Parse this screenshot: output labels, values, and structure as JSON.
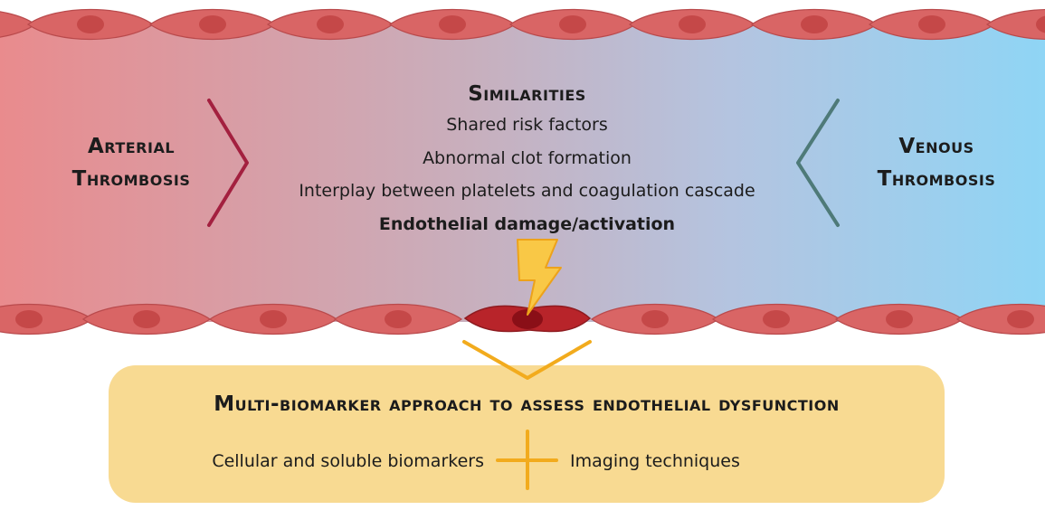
{
  "arterial": {
    "line1": "Arterial",
    "line2": "Thrombosis"
  },
  "venous": {
    "line1": "Venous",
    "line2": "Thrombosis"
  },
  "similarities": {
    "heading": "Similarities",
    "items": [
      "Shared risk factors",
      "Abnormal clot formation",
      "Interplay between platelets and coagulation cascade",
      "Endothelial damage/activation"
    ]
  },
  "approach": {
    "title": "Multi-biomarker approach to assess endothelial dysfunction",
    "left_item": "Cellular and soluble biomarkers",
    "right_item": "Imaging techniques"
  },
  "colors": {
    "arterial_red": "#e98b8d",
    "venous_blue": "#8fd5f5",
    "cell_fill": "#d96565",
    "nucleus": "#c54848",
    "arterial_chevron": "#a3203f",
    "venous_chevron": "#4e7a78",
    "approach_box": "#f8da92",
    "accent_orange": "#f2ab1d",
    "lightning": "#f9c846"
  },
  "icons": {
    "lightning": "lightning-bolt-icon",
    "plus": "plus-icon",
    "arterial_chevron": "chevron-right-icon",
    "venous_chevron": "chevron-left-icon",
    "funnel": "chevron-down-icon"
  }
}
